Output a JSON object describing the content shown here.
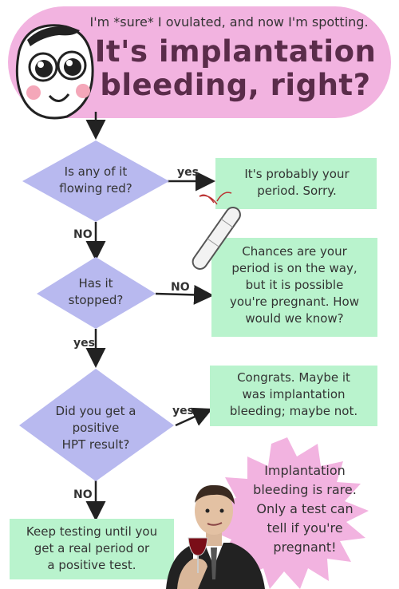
{
  "header": {
    "subtitle": "I'm *sure* I ovulated, and now I'm spotting.",
    "title_line1": "It's implantation",
    "title_line2": "bleeding, right?"
  },
  "questions": [
    {
      "line1": "Is any of it",
      "line2": "flowing red?"
    },
    {
      "line1": "Has it",
      "line2": "stopped?"
    },
    {
      "line1": "Did you get a",
      "line2": "positive",
      "line3": "HPT result?"
    }
  ],
  "answers": [
    {
      "line1": "It's probably your",
      "line2": "period. Sorry."
    },
    {
      "line1": "Chances are your",
      "line2": "period is on the way,",
      "line3": "but it is possible",
      "line4": "you're pregnant. How",
      "line5": "would we know?"
    },
    {
      "line1": "Congrats. Maybe it",
      "line2": "was implantation",
      "line3": "bleeding; maybe not."
    },
    {
      "line1": "Keep testing until you",
      "line2": "get a real period or",
      "line3": "a positive test."
    }
  ],
  "burst": {
    "line1": "Implantation",
    "line2": "bleeding is rare.",
    "line3": "Only a test can",
    "line4": "tell if you're",
    "line5": "pregnant!"
  },
  "labels": {
    "yes1": "yes",
    "no1": "NO",
    "no2": "NO",
    "yes2": "yes",
    "yes3": "yes",
    "no3": "NO"
  },
  "colors": {
    "title_bubble": "#f2b3e0",
    "diamond": "#b8b9ef",
    "answer_box": "#b9f3cd",
    "burst": "#f2b3e0"
  }
}
